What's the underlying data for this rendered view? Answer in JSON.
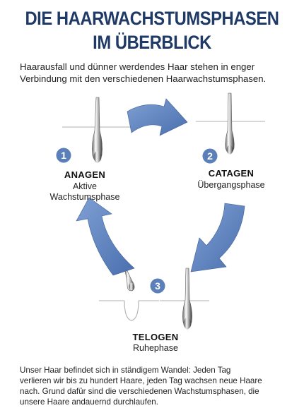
{
  "title": {
    "line1": "DIE HAARWACHSTUMSPHASEN",
    "line2": "IM ÜBERBLICK"
  },
  "intro": {
    "line1": "Haarausfall und dünner werdendes Haar stehen in enger",
    "line2": "Verbindung mit den verschiedenen Haarwachstumsphasen."
  },
  "phases": [
    {
      "number": "1",
      "title": "ANAGEN",
      "subtitle_line1": "Aktive",
      "subtitle_line2": "Wachstumsphase"
    },
    {
      "number": "2",
      "title": "CATAGEN",
      "subtitle_line1": "Übergangsphase"
    },
    {
      "number": "3",
      "title": "TELOGEN",
      "subtitle_line1": "Ruhephase"
    }
  ],
  "outro": {
    "line1": "Unser Haar befindet sich in ständigem Wandel: Jeden Tag",
    "line2": "verlieren wir bis zu hundert Haare, jeden Tag wachsen neue Haare",
    "line3": "nach. Grund dafür sind die verschiedenen Wachstumsphasen, die",
    "line4": "unsere Haare andauernd durchlaufen."
  },
  "colors": {
    "title": "#1f3a66",
    "arrow": "#5b82c0",
    "badge": "#5b7fb8",
    "skin_line": "#bfbfbf"
  },
  "icons": [
    "anagen-hair-follicle-icon",
    "catagen-hair-follicle-icon",
    "telogen-hair-follicle-icon",
    "shed-hair-icon",
    "cycle-arrow-icon"
  ]
}
